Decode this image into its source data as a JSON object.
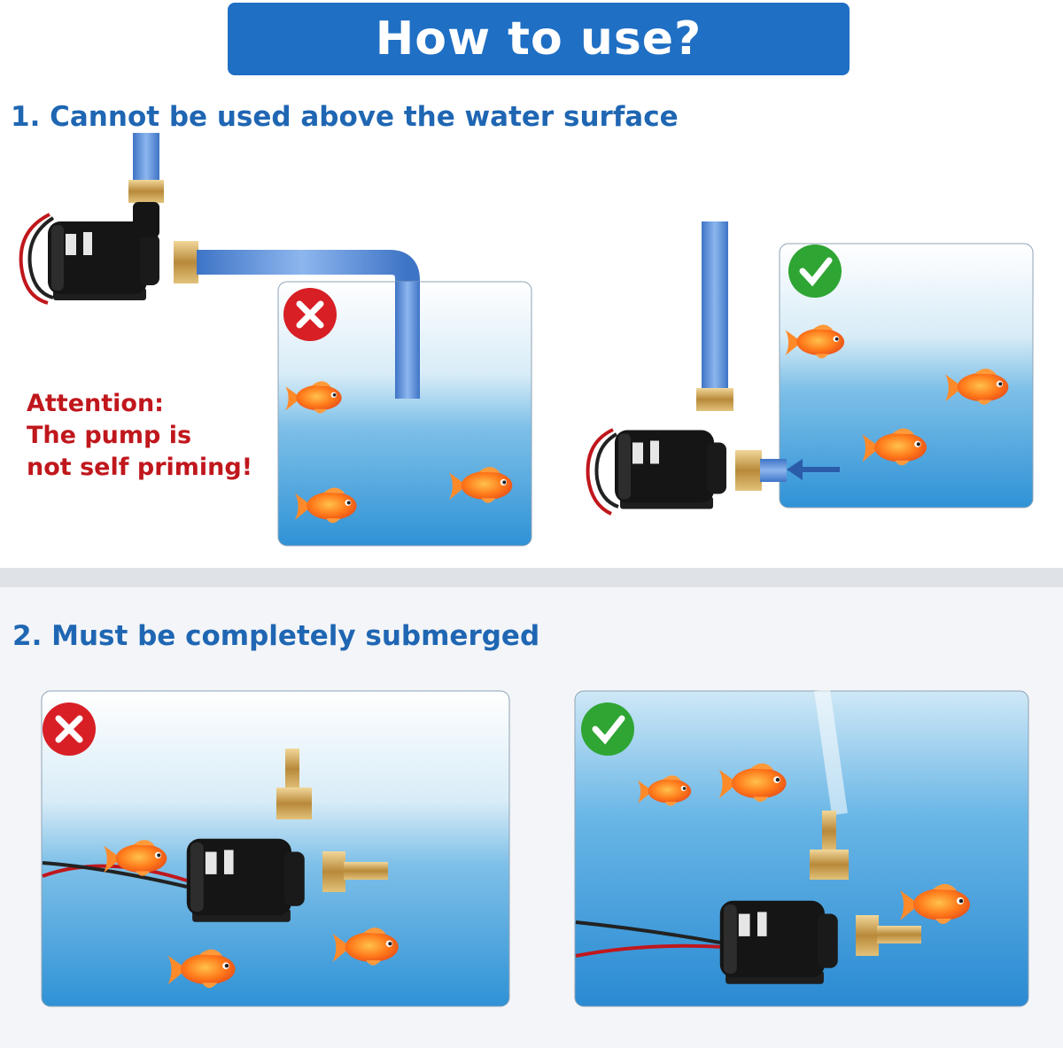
{
  "title": "How to use?",
  "section1": {
    "heading": "1. Cannot be used above the water surface",
    "attention_lines": [
      "Attention:",
      "The pump is",
      "not self priming!"
    ]
  },
  "section2": {
    "heading": "2. Must be completely submerged"
  },
  "colors": {
    "banner": "#1f6fc4",
    "heading": "#1f66b3",
    "attention": "#c0171c",
    "wrong": "#d81f26",
    "right": "#2fa533",
    "tube": "#4f86d6"
  },
  "icons": [
    "wrong-mark-icon",
    "check-mark-icon",
    "arrow-left-icon",
    "goldfish-icon",
    "pump-icon"
  ]
}
